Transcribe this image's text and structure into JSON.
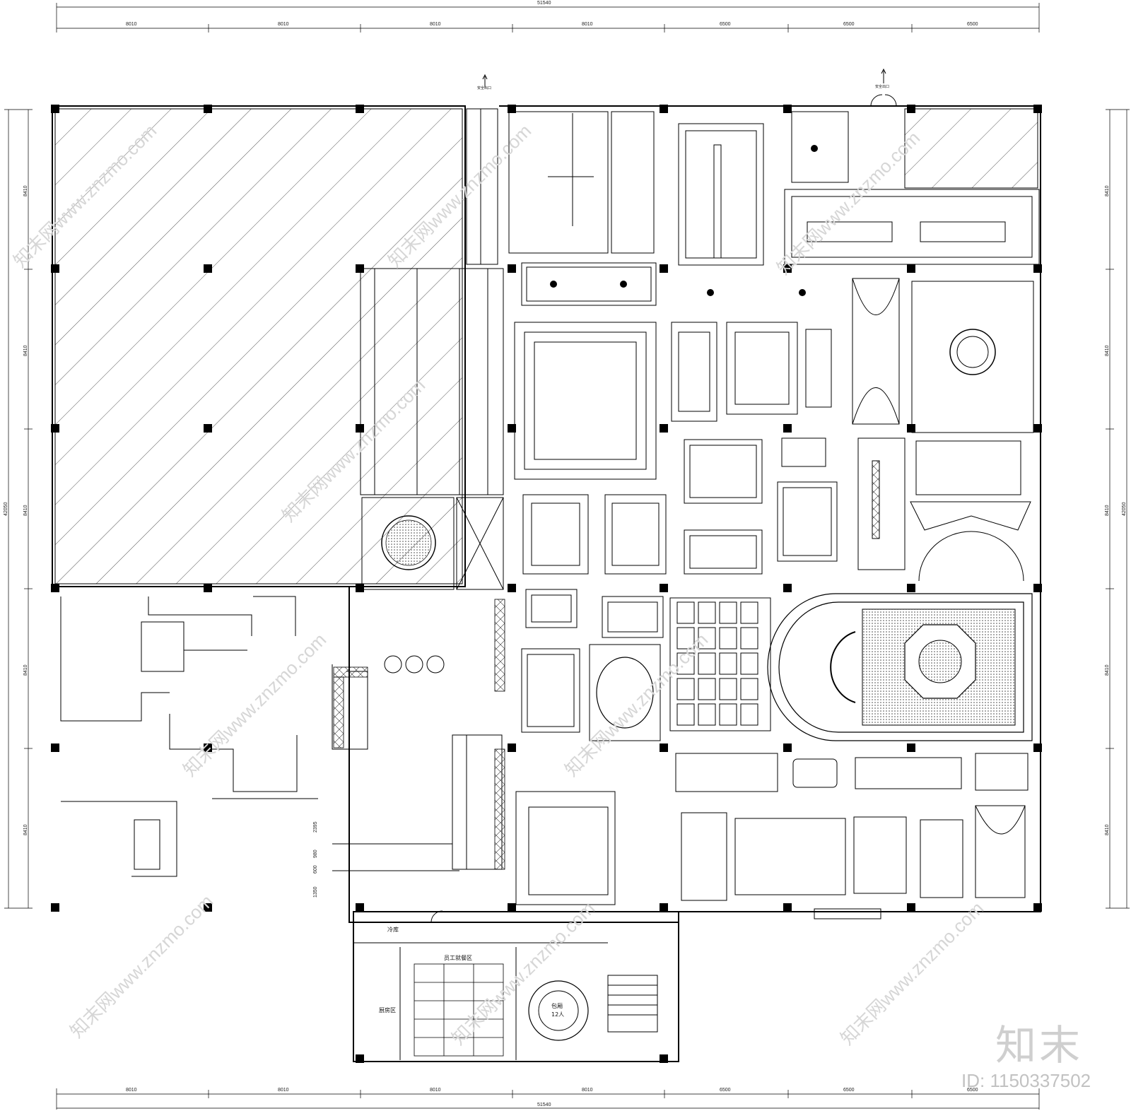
{
  "dimensions": {
    "overall_width": "51540",
    "overall_height": "42050",
    "top_segments": [
      "8010",
      "8010",
      "8010",
      "8010",
      "6500",
      "6500",
      "6500"
    ],
    "bottom_segments": [
      "8010",
      "8010",
      "8010",
      "8010",
      "6500",
      "6500",
      "6500"
    ],
    "left_segments": [
      "8410",
      "8410",
      "8410",
      "8410",
      "8410"
    ],
    "right_segments": [
      "8410",
      "8410",
      "8410",
      "8410",
      "8410"
    ],
    "misc": [
      "2395",
      "980",
      "600",
      "1350"
    ]
  },
  "rooms": {
    "exit_1": "安全出口",
    "exit_2": "安全出口",
    "cold_storage": "冷库",
    "staff_dining": "员工就餐区",
    "kitchen": "厨房区",
    "private_room": "包厢",
    "private_room_seats": "12人"
  },
  "watermark": {
    "text": "知末网www.znzmo.com",
    "brand": "知末",
    "id": "ID: 1150337502"
  },
  "colors": {
    "line": "#000000",
    "watermark": "#d0d0d0",
    "background": "#ffffff"
  }
}
